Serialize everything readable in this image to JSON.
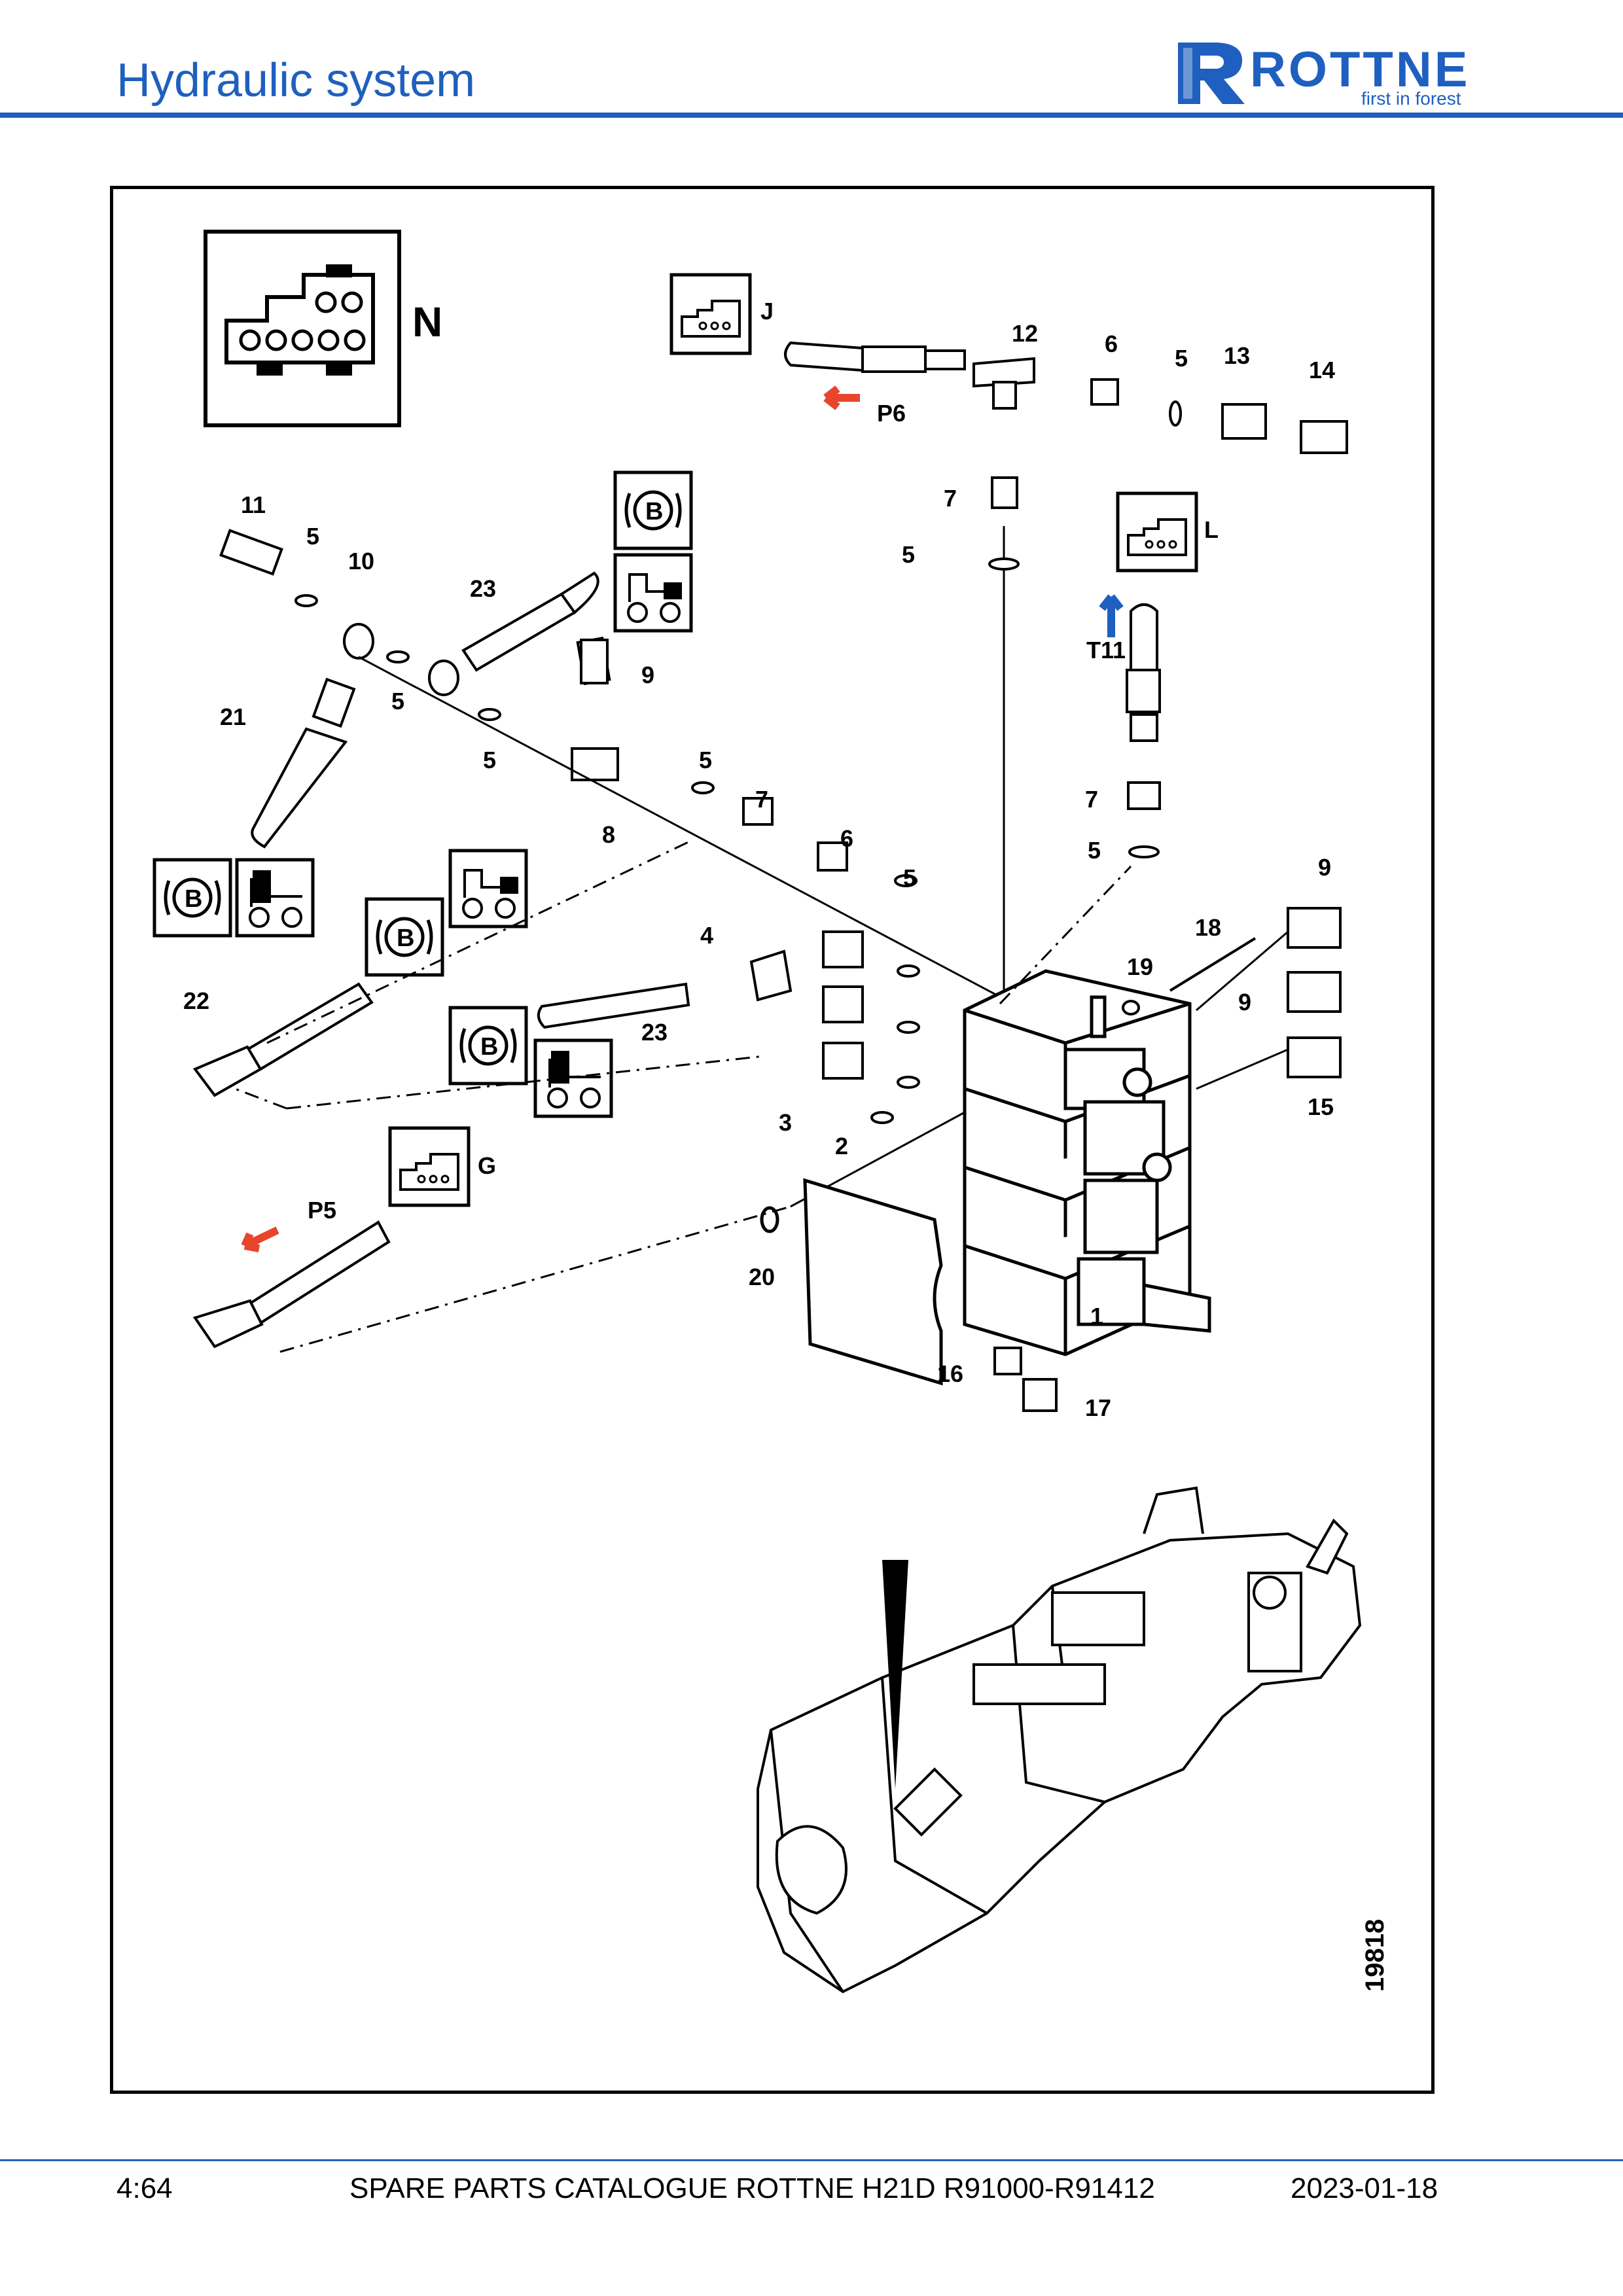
{
  "header": {
    "title": "Hydraulic system",
    "logo_text": "ROTTNE",
    "logo_tagline": "first in forest"
  },
  "colors": {
    "brand_blue": "#1f5fbf",
    "arrow_red": "#e8452c",
    "arrow_blue": "#1f5fbf"
  },
  "diagram": {
    "drawing_number": "19818",
    "connector_labels": [
      "N",
      "J",
      "L",
      "G"
    ],
    "flow_labels": [
      "P6",
      "T11",
      "P5"
    ],
    "callouts": [
      "1",
      "2",
      "3",
      "4",
      "5",
      "5",
      "5",
      "5",
      "5",
      "5",
      "5",
      "5",
      "6",
      "6",
      "7",
      "7",
      "7",
      "8",
      "9",
      "9",
      "9",
      "10",
      "11",
      "12",
      "13",
      "14",
      "15",
      "16",
      "17",
      "18",
      "19",
      "20",
      "21",
      "22",
      "23",
      "23"
    ],
    "icons": [
      "brake-symbol-icon",
      "parking-brake-machine-icon",
      "connector-plug-icon"
    ]
  },
  "footer": {
    "page": "4:64",
    "catalogue": "SPARE PARTS CATALOGUE ROTTNE H21D R91000-R91412",
    "date": "2023-01-18"
  }
}
